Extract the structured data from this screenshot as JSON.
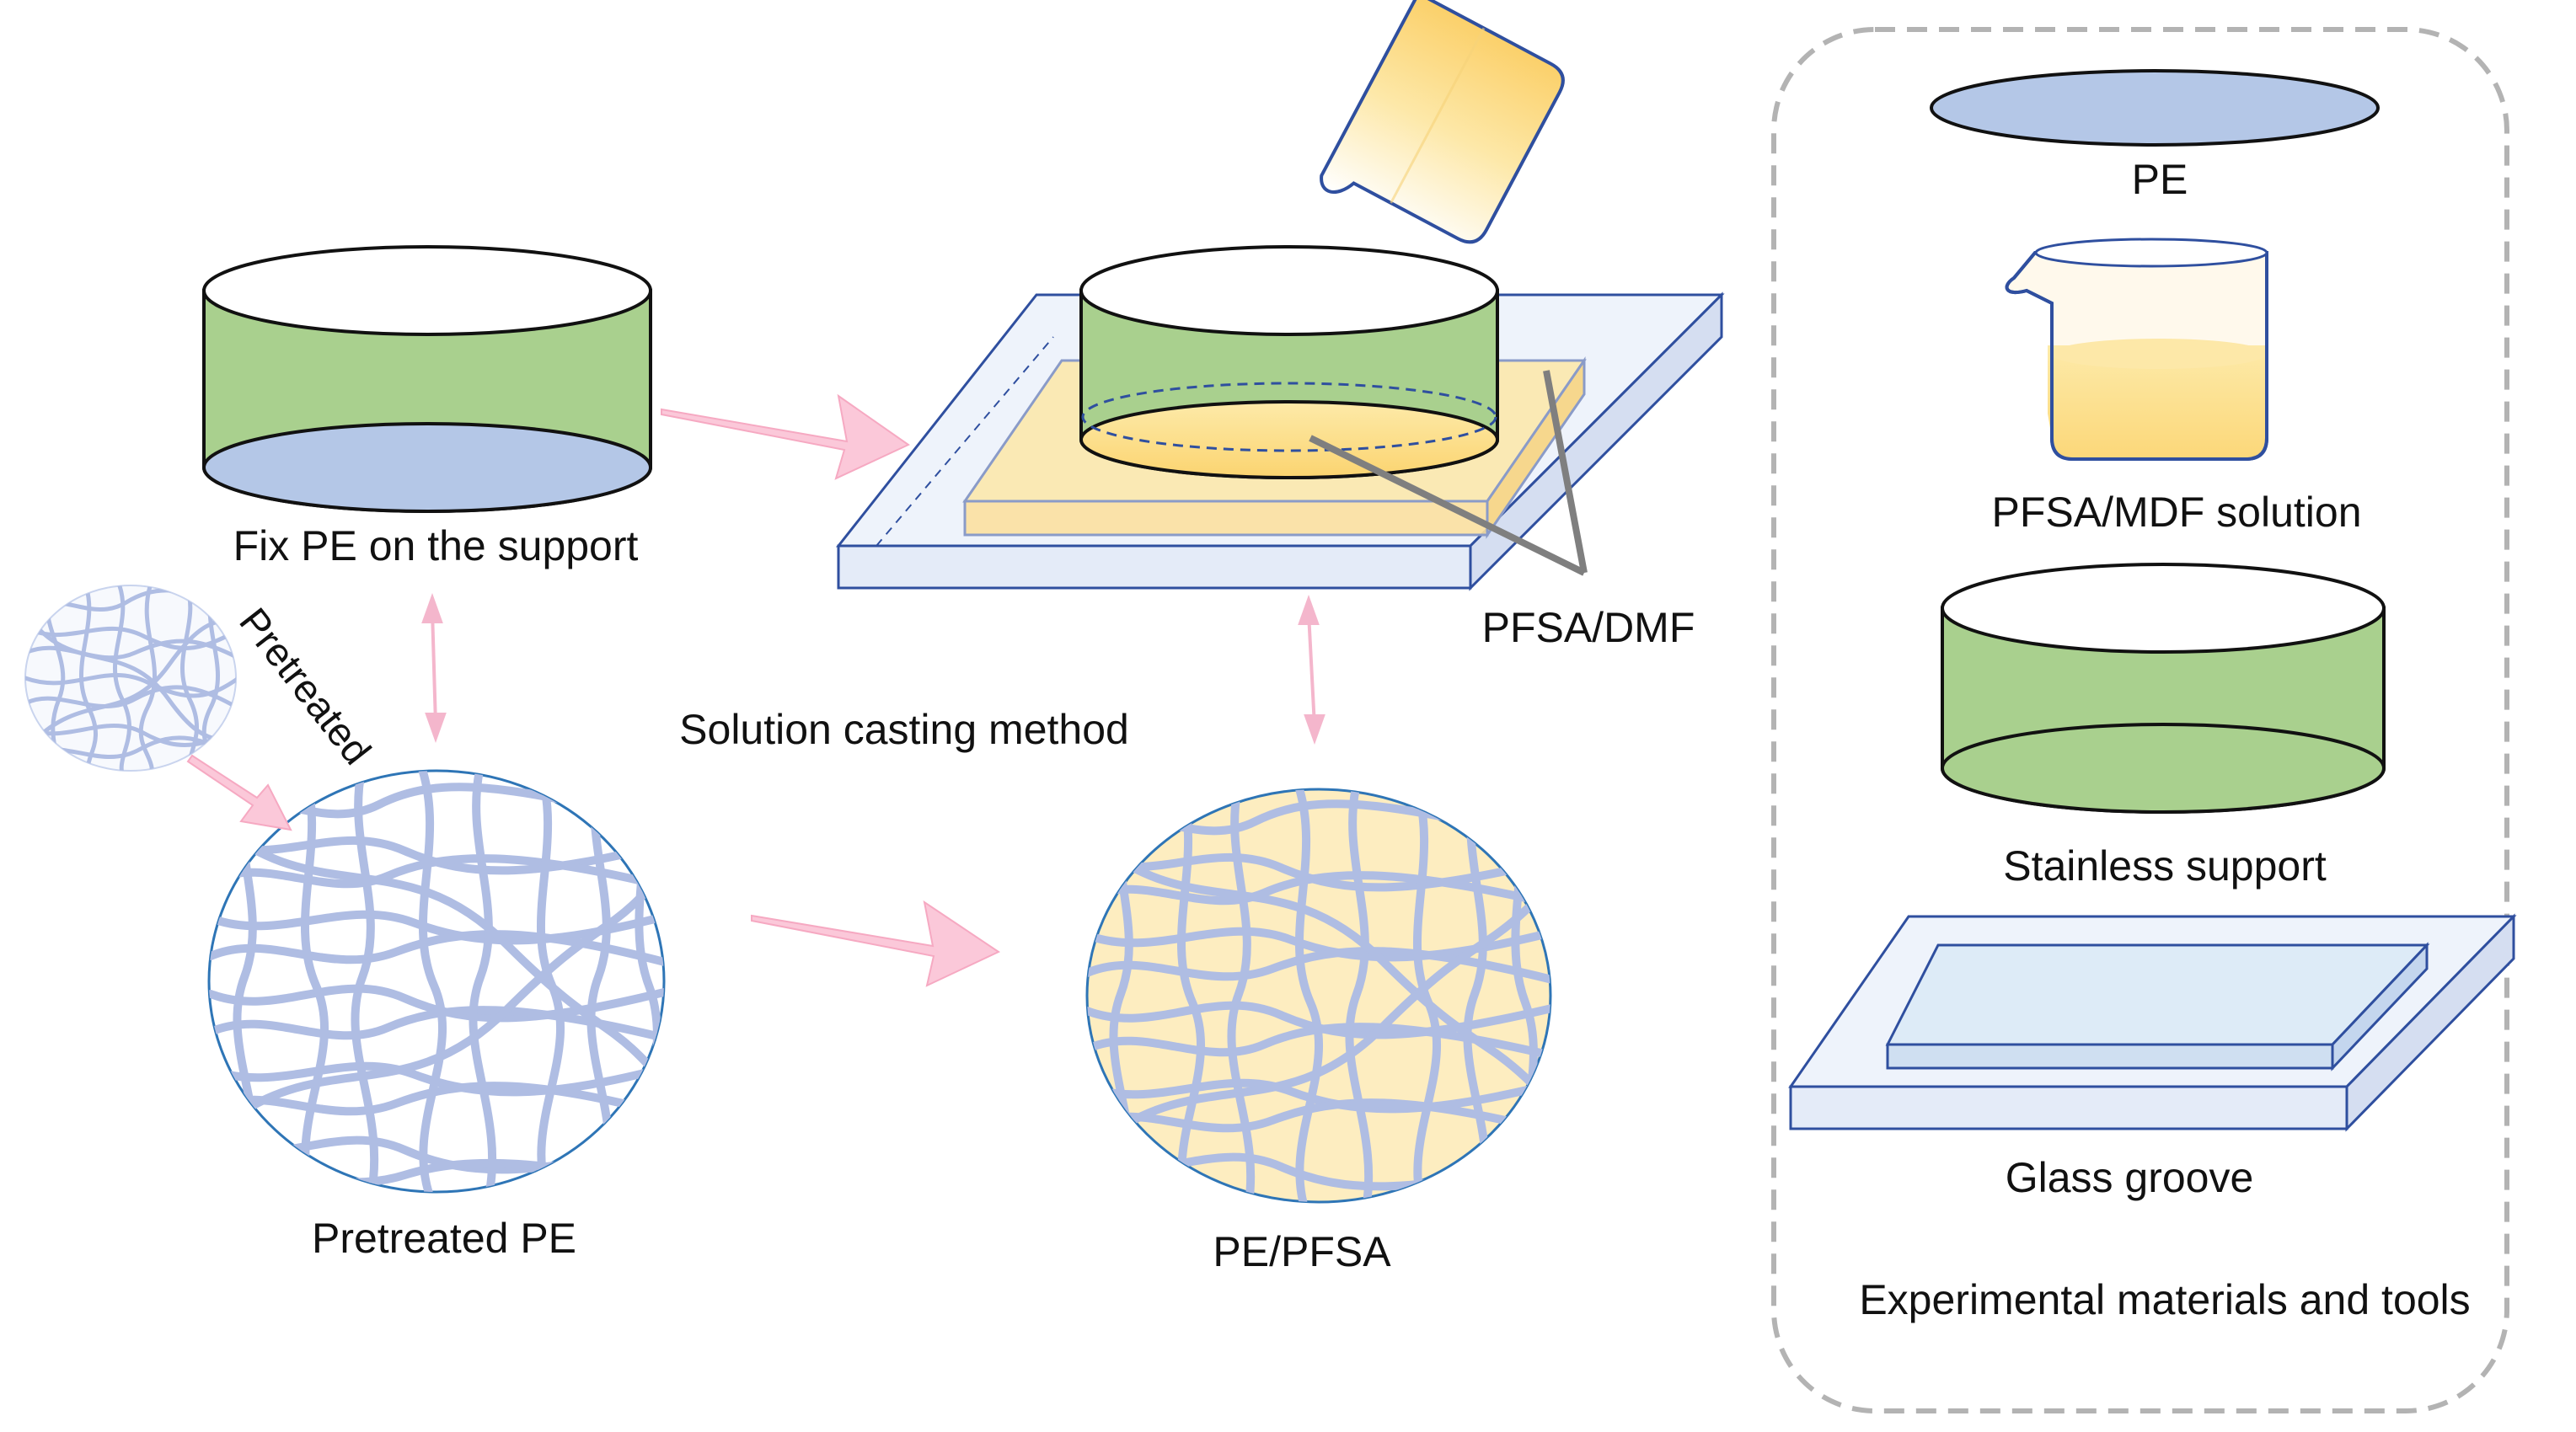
{
  "labels": {
    "fix_pe": "Fix PE on the support",
    "pretreated_rotated": "Pretreated",
    "solution_casting": "Solution casting method",
    "pretreated_pe": "Pretreated PE",
    "pe_pfsa": "PE/PFSA",
    "pfsa_dmf": "PFSA/DMF"
  },
  "legend": {
    "pe": "PE",
    "solution": "PFSA/MDF solution",
    "support": "Stainless support",
    "groove": "Glass groove",
    "title": "Experimental materials and tools"
  },
  "colors": {
    "pe_blue": "#b4c7e7",
    "fiber_blue": "#afbde3",
    "support_green": "#a9d08e",
    "solution_yellow": "#fde8a8",
    "glass": "#eef3fb",
    "glass_edge": "#2f4f9f",
    "arrow_pink": "#fbc8d9",
    "dashed_frame": "#b3b3b3"
  },
  "icons": {
    "beaker": "beaker-icon",
    "cylinder": "cylinder-icon",
    "glass_plate": "glass-plate-icon",
    "fiber_network": "fiber-network-icon"
  }
}
